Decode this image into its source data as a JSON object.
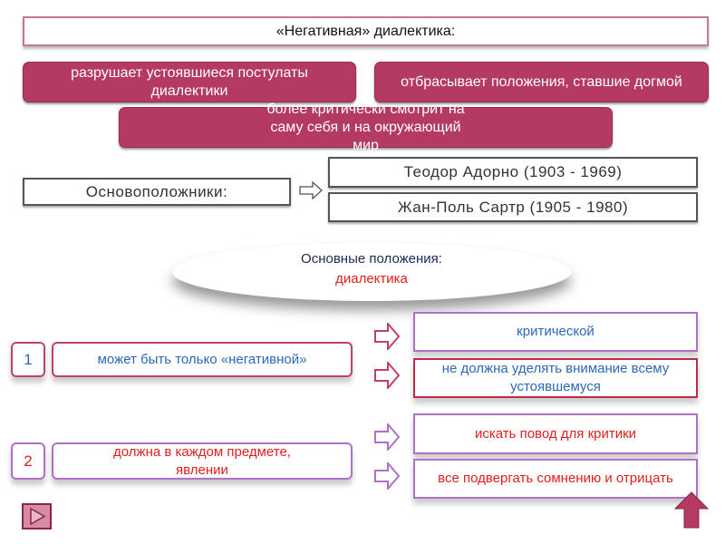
{
  "title": "«Негативная» диалектика:",
  "features": [
    "разрушает устоявшиеся постулаты диалектики",
    "отбрасывает положения,  ставшие догмой",
    "более критически смотрит на саму себя и на окружающий мир"
  ],
  "founders": {
    "label": "Основоположники:",
    "names": [
      "Теодор Адорно (1903 - 1969)",
      "Жан-Поль Сартр (1905 - 1980)"
    ]
  },
  "principles": {
    "heading": "Основные положения:",
    "subject": "диалектика",
    "items": [
      {
        "num": "1",
        "text": "может быть только «негативной»",
        "results": [
          "критической",
          "не должна уделять внимание всему  устоявшемуся"
        ]
      },
      {
        "num": "2",
        "text": "должна в каждом предмете, явлении",
        "results": [
          "искать повод для критики",
          "все подвергать сомнению и отрицать"
        ]
      }
    ]
  },
  "colors": {
    "accent": "#b43a62",
    "blue_text": "#2a68b8",
    "red_text": "#e02020"
  }
}
